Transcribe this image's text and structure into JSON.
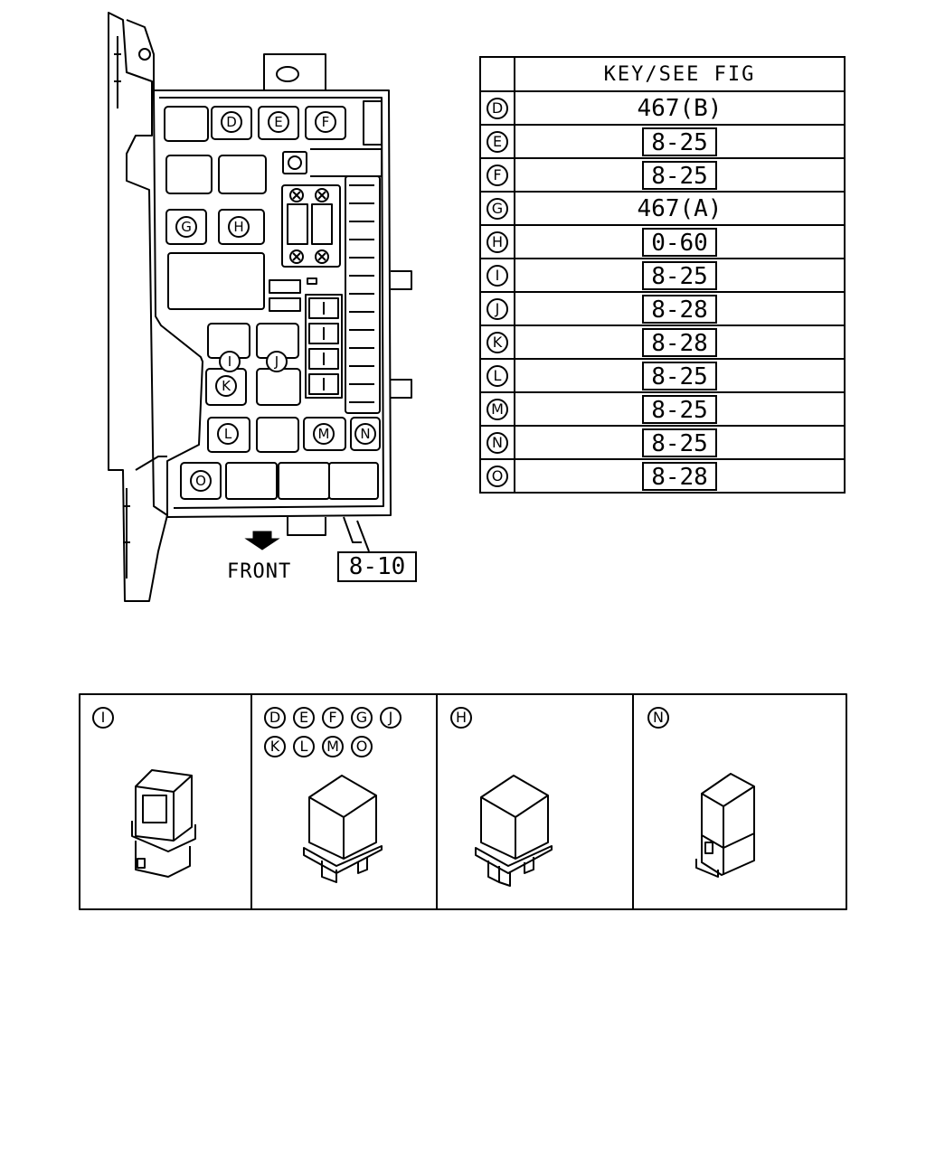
{
  "diagram": {
    "front_label": "FRONT",
    "main_ref": "8-10",
    "box_labels": [
      "D",
      "E",
      "F",
      "G",
      "H",
      "I",
      "J",
      "K",
      "L",
      "M",
      "N",
      "O"
    ]
  },
  "table": {
    "header": "KEY/SEE FIG",
    "rows": [
      {
        "key": "D",
        "ref": "467(B)",
        "boxed": false
      },
      {
        "key": "E",
        "ref": "8-25",
        "boxed": true
      },
      {
        "key": "F",
        "ref": "8-25",
        "boxed": true
      },
      {
        "key": "G",
        "ref": "467(A)",
        "boxed": false
      },
      {
        "key": "H",
        "ref": "0-60",
        "boxed": true
      },
      {
        "key": "I",
        "ref": "8-25",
        "boxed": true
      },
      {
        "key": "J",
        "ref": "8-28",
        "boxed": true
      },
      {
        "key": "K",
        "ref": "8-28",
        "boxed": true
      },
      {
        "key": "L",
        "ref": "8-25",
        "boxed": true
      },
      {
        "key": "M",
        "ref": "8-25",
        "boxed": true
      },
      {
        "key": "N",
        "ref": "8-25",
        "boxed": true
      },
      {
        "key": "O",
        "ref": "8-28",
        "boxed": true
      }
    ]
  },
  "panels": [
    {
      "labels": [
        "I"
      ]
    },
    {
      "labels": [
        "D",
        "E",
        "F",
        "G",
        "J",
        "K",
        "L",
        "M",
        "O"
      ]
    },
    {
      "labels": [
        "H"
      ]
    },
    {
      "labels": [
        "N"
      ]
    }
  ],
  "colors": {
    "line": "#000000",
    "background": "#ffffff"
  }
}
